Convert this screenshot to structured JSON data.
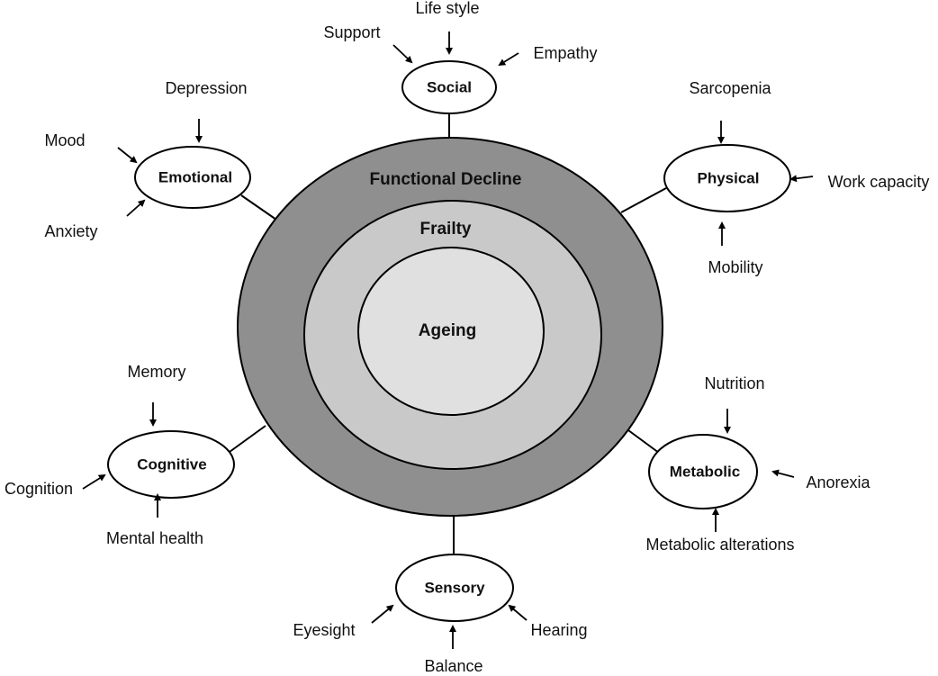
{
  "rings": {
    "outer": "Functional Decline",
    "middle": "Frailty",
    "inner": "Ageing"
  },
  "colors": {
    "outer": "#8f8f8f",
    "middle": "#c9c9c9",
    "inner": "#e0e0e0"
  },
  "domains": {
    "social": {
      "label": "Social",
      "factors": [
        "Life style",
        "Support",
        "Empathy"
      ]
    },
    "emotional": {
      "label": "Emotional",
      "factors": [
        "Depression",
        "Mood",
        "Anxiety"
      ]
    },
    "physical": {
      "label": "Physical",
      "factors": [
        "Sarcopenia",
        "Work capacity",
        "Mobility"
      ]
    },
    "cognitive": {
      "label": "Cognitive",
      "factors": [
        "Memory",
        "Cognition",
        "Mental health"
      ]
    },
    "metabolic": {
      "label": "Metabolic",
      "factors": [
        "Nutrition",
        "Anorexia",
        "Metabolic alterations"
      ]
    },
    "sensory": {
      "label": "Sensory",
      "factors": [
        "Eyesight",
        "Hearing",
        "Balance"
      ]
    }
  }
}
